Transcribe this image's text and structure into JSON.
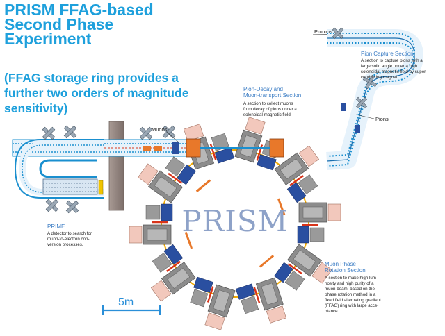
{
  "title": {
    "lines": [
      "PRISM FFAG-based",
      "Second Phase",
      "Experiment"
    ]
  },
  "subtitle": {
    "lines": [
      "(FFAG storage ring provides a",
      "further two orders of magnitude",
      "sensitivity)"
    ]
  },
  "labels": {
    "protons": "Protons",
    "muons": "Muons",
    "pions": "Pions",
    "prism": "PRISM",
    "scale": "5m"
  },
  "sections": {
    "pion_capture": {
      "title": [
        "Pion Capture Section"
      ],
      "desc": [
        "A section to capture pions with a",
        "large solid angle under a high",
        "solenoidal magnetic field by super-",
        "conducting magnet."
      ]
    },
    "pion_decay": {
      "title": [
        "Pion-Decay and",
        "Muon-transport Section"
      ],
      "desc": [
        "A section to collect muons",
        "from decay of pions under a",
        "solenoidal magnetic field"
      ]
    },
    "prime": {
      "title": [
        "PRIME"
      ],
      "desc": [
        "A detector to search for",
        "muon-to-electron  con-",
        "version processes."
      ]
    },
    "phase_rotation": {
      "title": [
        "Muon Phase",
        "Rotation Section"
      ],
      "desc": [
        "A section to make high lum-",
        "nosity and  high purity of a",
        "muon beam, based on the",
        "phase rotation method in a",
        "fixed field alternating gradient",
        "(FFAG) ring with large acce-",
        "ptance."
      ]
    }
  },
  "colors": {
    "title": "#1ea0dc",
    "beamline": "#1a8fcf",
    "magnet_grey": "#8c8c8c",
    "magnet_blue": "#2a4fa0",
    "magnet_pink": "#f2c8bc",
    "rf_orange": "#e8782a",
    "arrow_red": "#d8341a",
    "beam_yellow": "#f0a800",
    "prism_text": "#8ea2c8"
  }
}
